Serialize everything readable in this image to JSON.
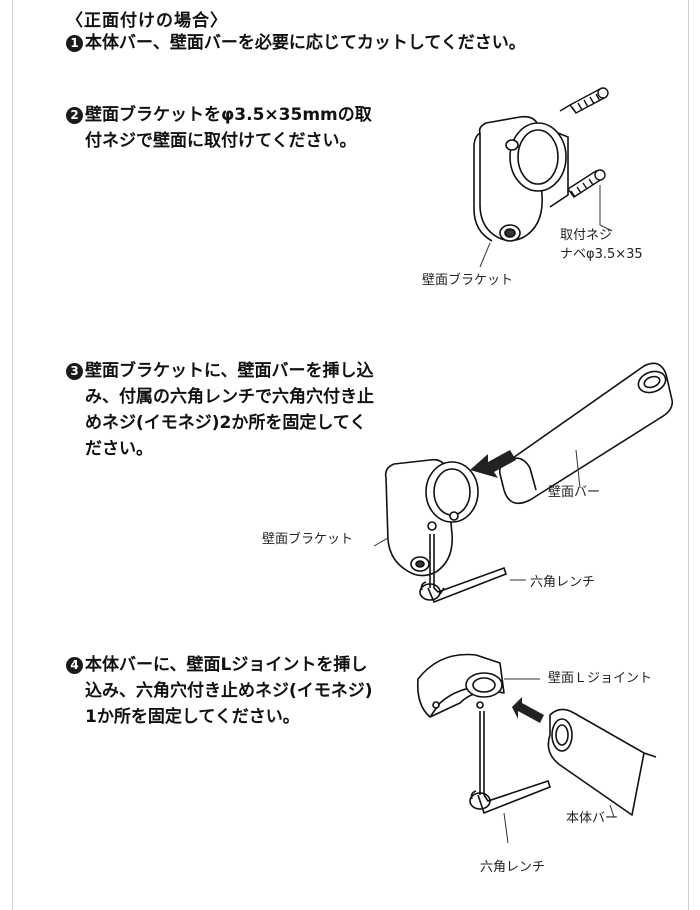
{
  "title": "〈正面付けの場合〉",
  "steps": [
    {
      "num": "1",
      "lines": [
        "本体バー、壁面バーを必要に応じてカットしてください。"
      ]
    },
    {
      "num": "2",
      "lines": [
        "壁面ブラケットをφ3.5×35mmの取",
        "付ネジで壁面に取付けてください。"
      ]
    },
    {
      "num": "3",
      "lines": [
        "壁面ブラケットに、壁面バーを挿し込",
        "み、付属の六角レンチで六角穴付き止",
        "めネジ(イモネジ)2か所を固定してく",
        "ださい。"
      ]
    },
    {
      "num": "4",
      "lines": [
        "本体バーに、壁面Lジョイントを挿し",
        "込み、六角穴付き止めネジ(イモネジ)",
        "1か所を固定してください。"
      ]
    }
  ],
  "labels": {
    "screw_line1": "取付ネジ",
    "screw_line2": "ナベφ3.5×35",
    "bracket_2": "壁面ブラケット",
    "bar_3": "壁面バー",
    "bracket_3": "壁面ブラケット",
    "wrench_3": "六角レンチ",
    "ljoint_4": "壁面Ｌジョイント",
    "bar_4": "本体バー",
    "wrench_4": "六角レンチ"
  }
}
